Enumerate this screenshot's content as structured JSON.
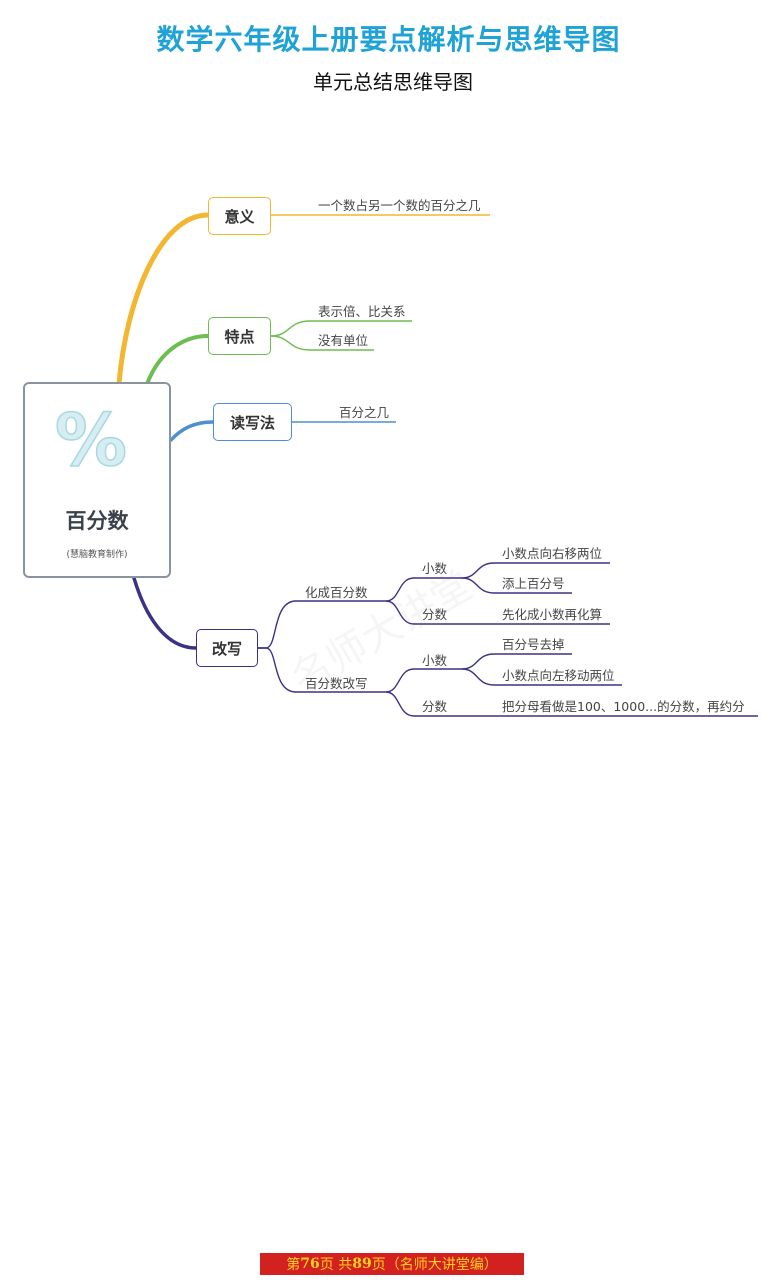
{
  "title": "数学六年级上册要点解析与思维导图",
  "subtitle": "单元总结思维导图",
  "mindmap": {
    "root": {
      "symbol": "%",
      "title": "百分数",
      "credit": "(慧脑教育制作)"
    },
    "branches": [
      {
        "label": "意义",
        "color": "#f2b630",
        "leaves": [
          "一个数占另一个数的百分之几"
        ]
      },
      {
        "label": "特点",
        "color": "#6dbd51",
        "leaves": [
          "表示倍、比关系",
          "没有单位"
        ]
      },
      {
        "label": "读写法",
        "color": "#4e8fcf",
        "leaves": [
          "百分之几"
        ]
      },
      {
        "label": "改写",
        "color": "#3a3285",
        "groups": [
          {
            "label": "化成百分数",
            "subgroups": [
              {
                "label": "小数",
                "leaves": [
                  "小数点向右移两位",
                  "添上百分号"
                ]
              },
              {
                "label": "分数",
                "leaves": [
                  "先化成小数再化算"
                ]
              }
            ]
          },
          {
            "label": "百分数改写",
            "subgroups": [
              {
                "label": "小数",
                "leaves": [
                  "百分号去掉",
                  "小数点向左移动两位"
                ]
              },
              {
                "label": "分数",
                "leaves": [
                  "把分母看做是100、1000...的分数，再约分"
                ]
              }
            ]
          }
        ]
      }
    ]
  },
  "watermark": "名师大讲堂",
  "footer": {
    "prefix": "第",
    "page": "76",
    "middle": "页 共",
    "total": "89",
    "suffix": "页（名师大讲堂编）"
  }
}
